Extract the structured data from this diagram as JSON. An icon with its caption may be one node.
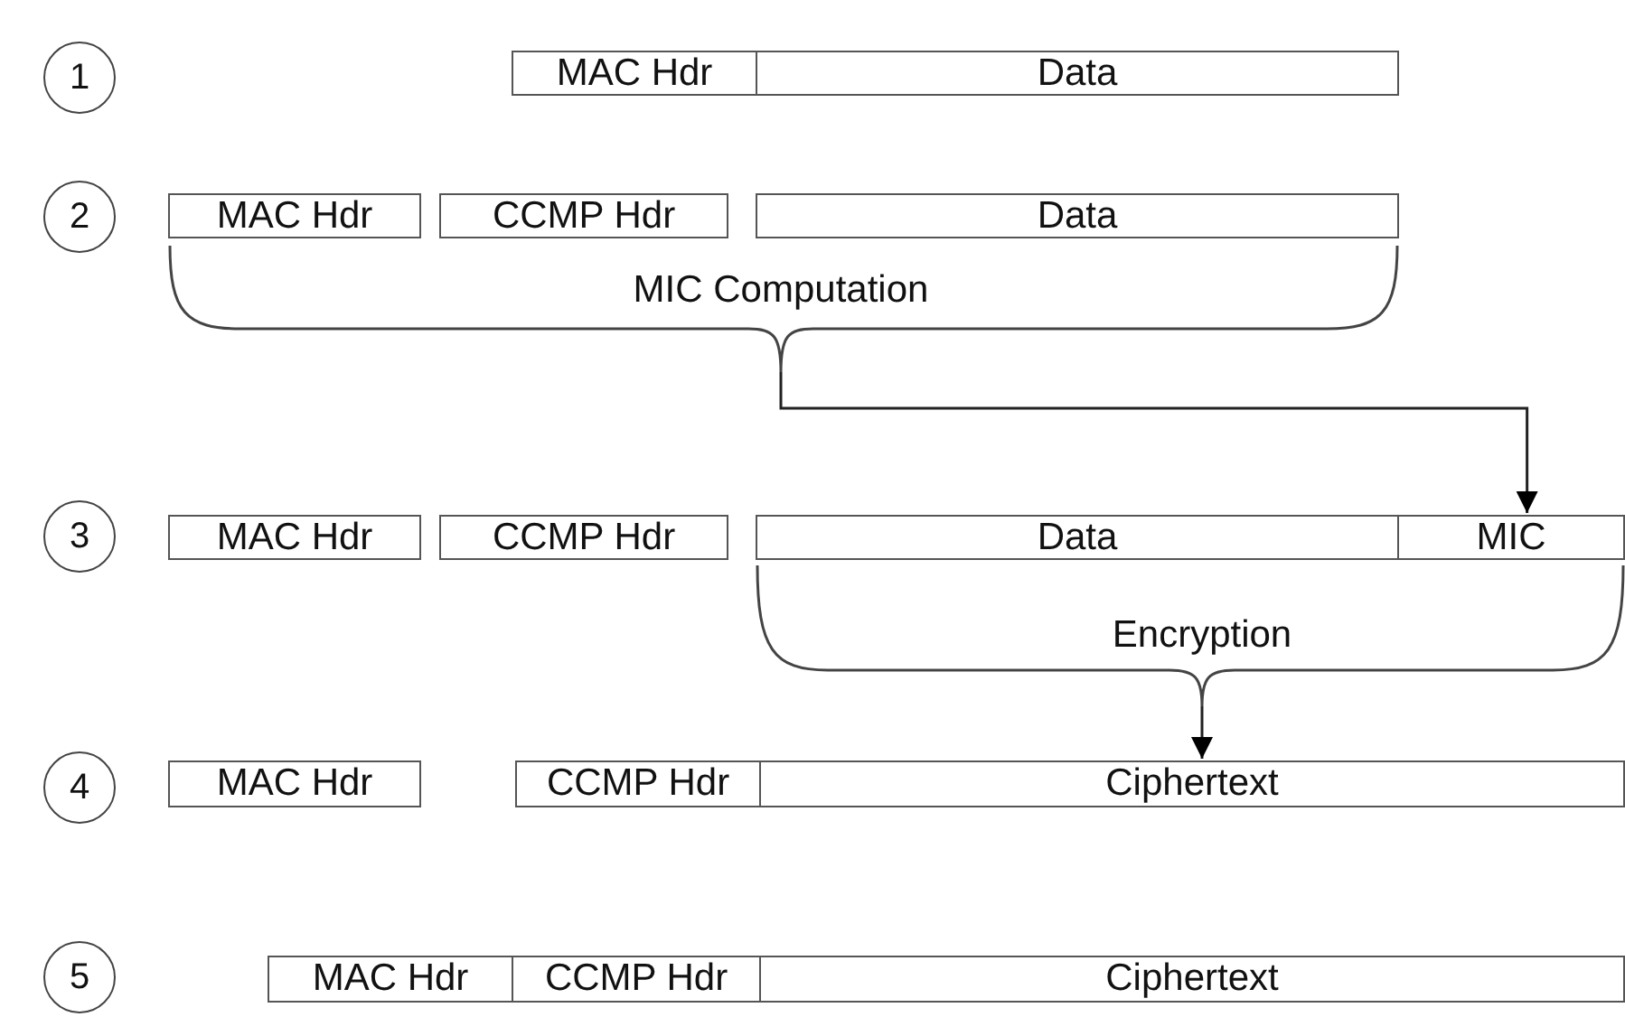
{
  "diagram": {
    "nodes": [
      {
        "text": [
          "1"
        ]
      },
      {
        "text": [
          "MAC Hdr"
        ]
      },
      {
        "text": [
          "Data"
        ]
      },
      {
        "text": [
          "2"
        ]
      },
      {
        "text": [
          "MAC Hdr"
        ]
      },
      {
        "text": [
          "CCMP Hdr"
        ]
      },
      {
        "text": [
          "Data"
        ]
      },
      {
        "text": [
          "MIC Computation"
        ]
      },
      {
        "text": [
          "3"
        ]
      },
      {
        "text": [
          "MAC Hdr"
        ]
      },
      {
        "text": [
          "CCMP Hdr"
        ]
      },
      {
        "text": [
          "Data"
        ]
      },
      {
        "text": [
          "MIC"
        ]
      },
      {
        "text": [
          "Encryption"
        ]
      },
      {
        "text": [
          "4"
        ]
      },
      {
        "text": [
          "MAC Hdr"
        ]
      },
      {
        "text": [
          "CCMP Hdr"
        ]
      },
      {
        "text": [
          "Ciphertext"
        ]
      },
      {
        "text": [
          "5"
        ]
      },
      {
        "text": [
          "MAC Hdr"
        ]
      },
      {
        "text": [
          "CCMP Hdr"
        ]
      },
      {
        "text": [
          "Ciphertext"
        ]
      }
    ],
    "edges": [
      {
        "from": 7,
        "to": 12,
        "arrow": "to"
      },
      {
        "from": 13,
        "to": 17,
        "arrow": "to"
      }
    ]
  }
}
